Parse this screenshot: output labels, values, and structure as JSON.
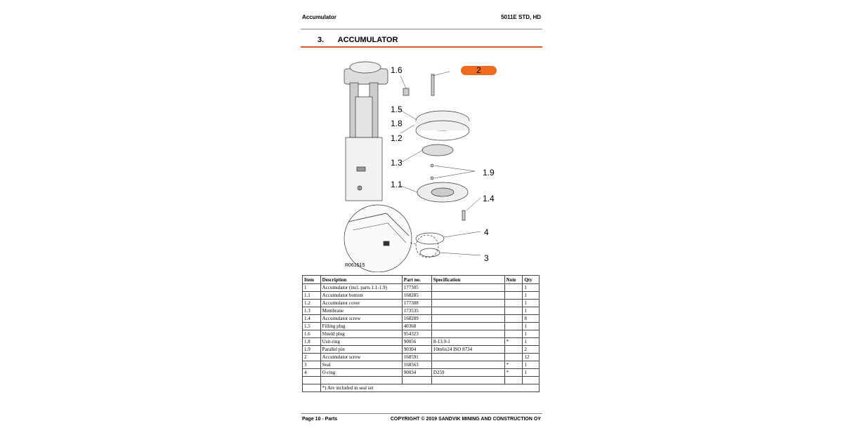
{
  "header": {
    "left": "Accumulator",
    "right": "5011E STD, HD"
  },
  "section": {
    "number": "3.",
    "title": "ACCUMULATOR"
  },
  "diagram": {
    "callouts": [
      "1.6",
      "1.5",
      "1.8",
      "1.2",
      "1.3",
      "1.9",
      "1.1",
      "1.4",
      "4",
      "3"
    ],
    "highlight": "2",
    "ref": "R061515"
  },
  "table": {
    "headers": [
      "Item",
      "Description",
      "Part no.",
      "Specification",
      "Note",
      "Qty"
    ],
    "rows": [
      [
        "1",
        "Accumulator (incl. parts 1.1-1.9)",
        "177305",
        "",
        "",
        "1"
      ],
      [
        "1.1",
        "Accumulator bottom",
        "168285",
        "",
        "",
        "1"
      ],
      [
        "1.2",
        "Accumulator cover",
        "177308",
        "",
        "",
        "1"
      ],
      [
        "1.3",
        "Membrane",
        "173535",
        "",
        "",
        "1"
      ],
      [
        "1.4",
        "Accumulator screw",
        "168289",
        "",
        "",
        "8"
      ],
      [
        "1.5",
        "Filling plug",
        "40368",
        "",
        "",
        "1"
      ],
      [
        "1.6",
        "Shield plug",
        "954323",
        "",
        "",
        "1"
      ],
      [
        "1.8",
        "Usit-ring",
        "90056",
        "8-13.9-1",
        "*",
        "1"
      ],
      [
        "1.9",
        "Parallel pin",
        "90304",
        "10m6x24 ISO 8734",
        "",
        "2"
      ],
      [
        "2",
        "Accumulator screw",
        "168591",
        "",
        "",
        "12"
      ],
      [
        "3",
        "Seal",
        "168563",
        "",
        "*",
        "1"
      ],
      [
        "4",
        "O-ring",
        "90034",
        "D259",
        "*",
        "1"
      ]
    ],
    "footnote": "*) Are included in seal set"
  },
  "footer": {
    "left": "Page 10 - Parts",
    "right": "COPYRIGHT © 2019 SANDVIK MINING AND CONSTRUCTION OY"
  }
}
